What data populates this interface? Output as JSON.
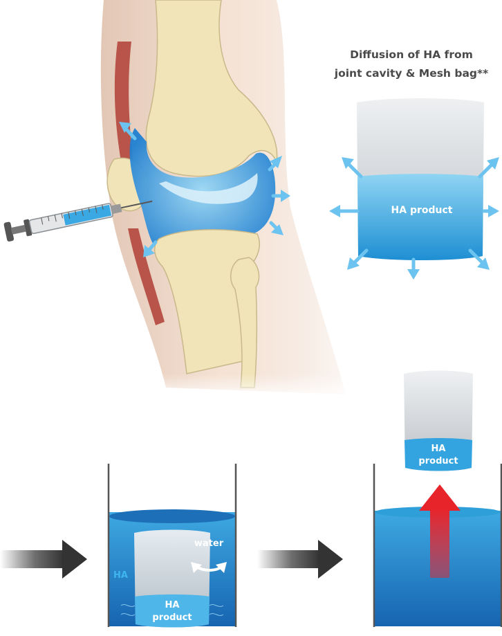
{
  "diagram": {
    "title_line1": "Diffusion of HA from",
    "title_line2": "joint cavity & Mesh bag**",
    "mesh_bag_label": "HA product",
    "beaker_label_line1": "HA",
    "beaker_label_line2": "product",
    "water_label": "water",
    "ha_label": "HA",
    "lifted_bag_label_line1": "HA",
    "lifted_bag_label_line2": "product"
  },
  "colors": {
    "water": "#2e9fd8",
    "water_dark": "#1668b2",
    "diffusion_arrow": "#6cc3ef",
    "grey_arrow": "#3a3a3a",
    "lift_arrow": "#e8242b",
    "title_text": "#4a4a4a"
  }
}
